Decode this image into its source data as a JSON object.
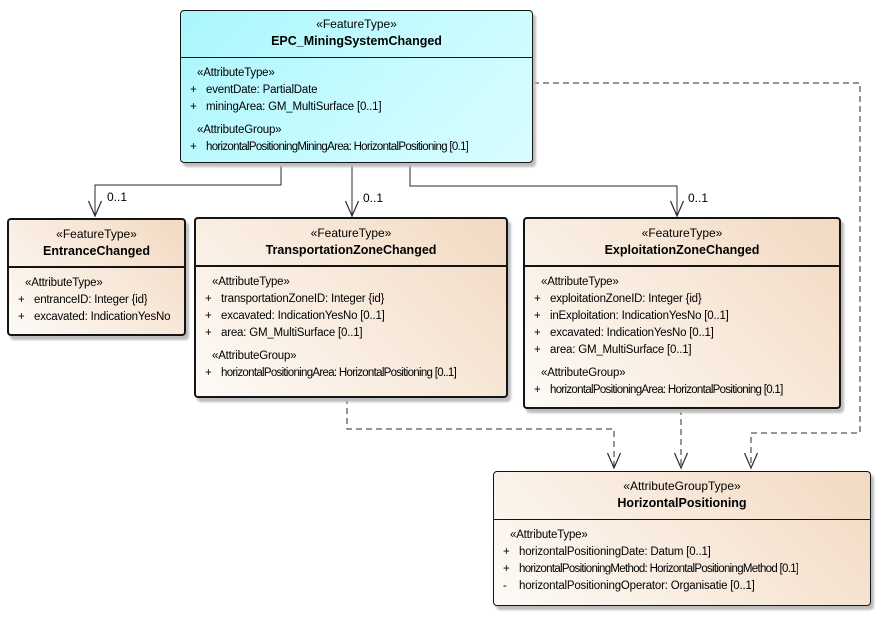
{
  "diagram": {
    "type": "uml-class-diagram",
    "background": "#ffffff"
  },
  "colors": {
    "feature_fill_from": "#a9f6fc",
    "feature_fill_to": "#d8fdff",
    "tan_fill_from": "#f2d9c2",
    "tan_fill_to": "#fdfaf6",
    "border": "#141414",
    "connector_line": "#2b2b2b",
    "shadow": "#bdbdbd"
  },
  "classes": {
    "epc": {
      "stereotype": "«FeatureType»",
      "name": "EPC_MiningSystemChanged",
      "rows": [
        {
          "text": "«AttributeType»"
        },
        {
          "vis": "+",
          "text": "eventDate: PartialDate"
        },
        {
          "vis": "+",
          "text": "miningArea: GM_MultiSurface [0..1]"
        },
        {
          "text": "«AttributeGroup»"
        },
        {
          "vis": "+",
          "text": "horizontalPositioningMiningArea: HorizontalPositioning [0.1]"
        }
      ]
    },
    "entrance": {
      "stereotype": "«FeatureType»",
      "name": "EntranceChanged",
      "rows": [
        {
          "text": "«AttributeType»"
        },
        {
          "vis": "+",
          "text": "entranceID: Integer {id}"
        },
        {
          "vis": "+",
          "text": "excavated: IndicationYesNo"
        }
      ]
    },
    "transportation": {
      "stereotype": "«FeatureType»",
      "name": "TransportationZoneChanged",
      "rows": [
        {
          "text": "«AttributeType»"
        },
        {
          "vis": "+",
          "text": "transportationZoneID: Integer {id}"
        },
        {
          "vis": "+",
          "text": "excavated: IndicationYesNo [0..1]"
        },
        {
          "vis": "+",
          "text": "area: GM_MultiSurface [0..1]"
        },
        {
          "text": "«AttributeGroup»"
        },
        {
          "vis": "+",
          "text": "horizontalPositioningArea: HorizontalPositioning [0..1]"
        }
      ]
    },
    "exploitation": {
      "stereotype": "«FeatureType»",
      "name": "ExploitationZoneChanged",
      "rows": [
        {
          "text": "«AttributeType»"
        },
        {
          "vis": "+",
          "text": "exploitationZoneID: Integer {id}"
        },
        {
          "vis": "+",
          "text": "inExploitation: IndicationYesNo [0..1]"
        },
        {
          "vis": "+",
          "text": "excavated: IndicationYesNo [0..1]"
        },
        {
          "vis": "+",
          "text": "area: GM_MultiSurface [0..1]"
        },
        {
          "text": "«AttributeGroup»"
        },
        {
          "vis": "+",
          "text": "horizontalPositioningArea: HorizontalPositioning [0.1]"
        }
      ]
    },
    "horizontal": {
      "stereotype": "«AttributeGroupType»",
      "name": "HorizontalPositioning",
      "rows": [
        {
          "text": "«AttributeType»"
        },
        {
          "vis": "+",
          "text": "horizontalPositioningDate: Datum [0..1]"
        },
        {
          "vis": "+",
          "text": "horizontalPositioningMethod: HorizontalPositioningMethod [0.1]"
        },
        {
          "vis": "-",
          "text": "horizontalPositioningOperator: Organisatie [0..1]"
        }
      ]
    }
  },
  "connectors": [
    {
      "from": "EPC_MiningSystemChanged",
      "to": "EntranceChanged",
      "label": "0..1",
      "style": "solid"
    },
    {
      "from": "EPC_MiningSystemChanged",
      "to": "TransportationZoneChanged",
      "label": "0..1",
      "style": "solid"
    },
    {
      "from": "EPC_MiningSystemChanged",
      "to": "ExploitationZoneChanged",
      "label": "0..1",
      "style": "solid"
    },
    {
      "from": "TransportationZoneChanged",
      "to": "HorizontalPositioning",
      "label": "",
      "style": "dashed"
    },
    {
      "from": "ExploitationZoneChanged",
      "to": "HorizontalPositioning",
      "label": "",
      "style": "dashed"
    },
    {
      "from": "EPC_MiningSystemChanged",
      "to": "HorizontalPositioning",
      "label": "",
      "style": "dashed"
    }
  ]
}
